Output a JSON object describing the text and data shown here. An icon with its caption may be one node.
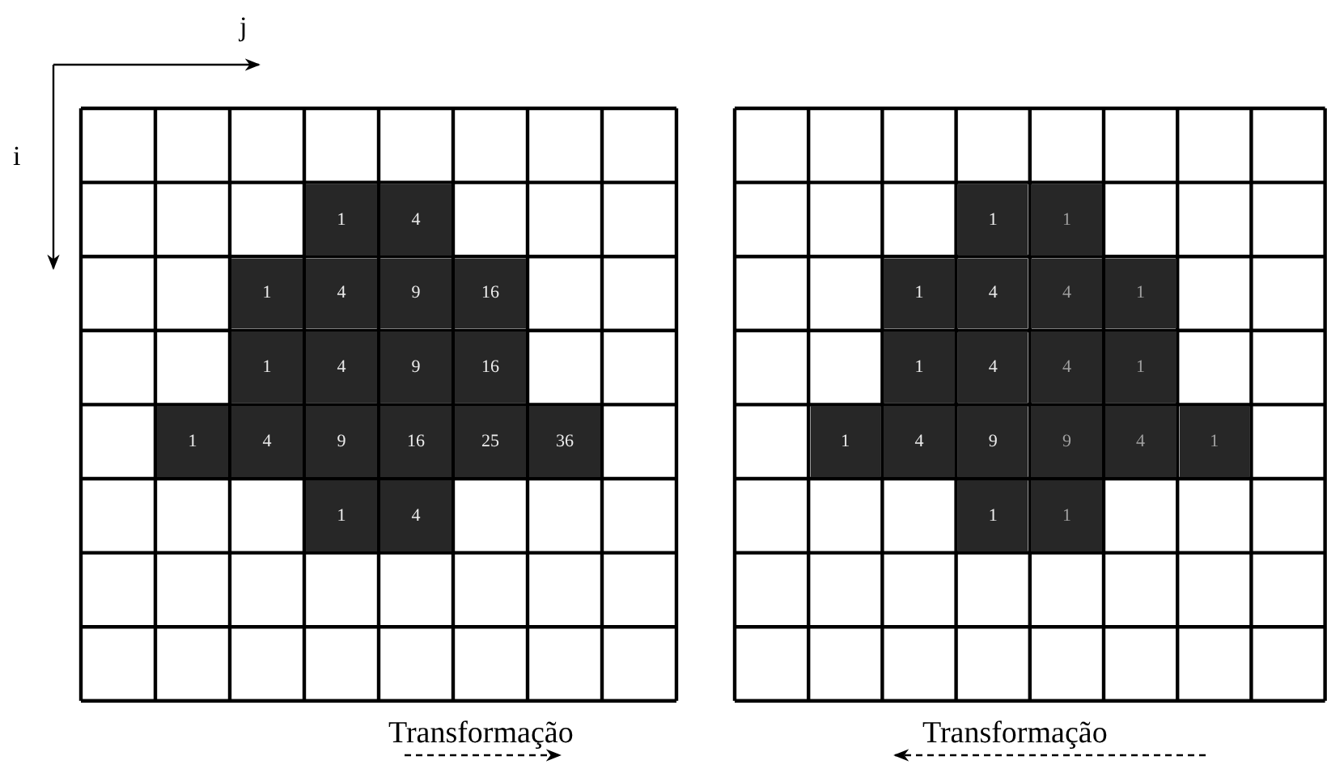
{
  "diagram": {
    "labels": [
      "j",
      "i",
      "1",
      "4",
      "1",
      "4",
      "9",
      "16",
      "1",
      "4",
      "9",
      "16",
      "1",
      "4",
      "9",
      "16",
      "25",
      "36",
      "1",
      "4",
      "Transformação",
      "1",
      "1",
      "1",
      "4",
      "4",
      "1",
      "1",
      "4",
      "4",
      "1",
      "1",
      "4",
      "9",
      "9",
      "4",
      "1",
      "1",
      "1",
      "Transformação"
    ]
  }
}
